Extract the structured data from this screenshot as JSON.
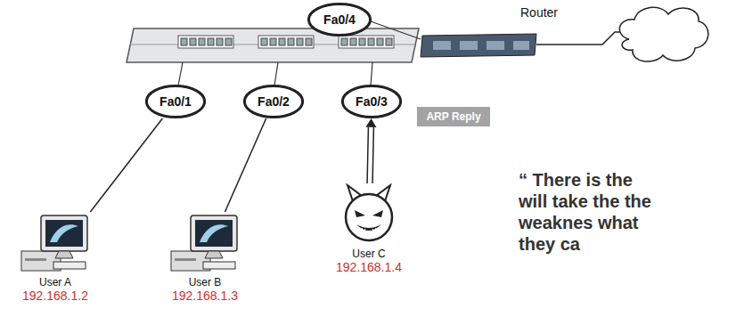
{
  "diagram": {
    "nodes": [
      {
        "text": [
          "Fa0/4"
        ]
      },
      {
        "text": [
          "Fa0/1"
        ]
      },
      {
        "text": [
          "Fa0/2"
        ]
      },
      {
        "text": [
          "Fa0/3"
        ]
      },
      {
        "text": [
          "ARP Reply"
        ]
      },
      {
        "text": [
          "User A",
          "192.168.1.2"
        ]
      },
      {
        "text": [
          "User B",
          "192.168.1.3"
        ]
      },
      {
        "text": [
          "User C",
          "192.168.1.4"
        ]
      }
    ],
    "edges": [
      {
        "from": 5,
        "to": 1,
        "arrow": "none"
      },
      {
        "from": 6,
        "to": 2,
        "arrow": "none"
      },
      {
        "from": 7,
        "to": 3,
        "arrow": "to"
      }
    ],
    "labels": [
      "Router",
      "“ There is the will take the the weaknes what they ca"
    ]
  }
}
